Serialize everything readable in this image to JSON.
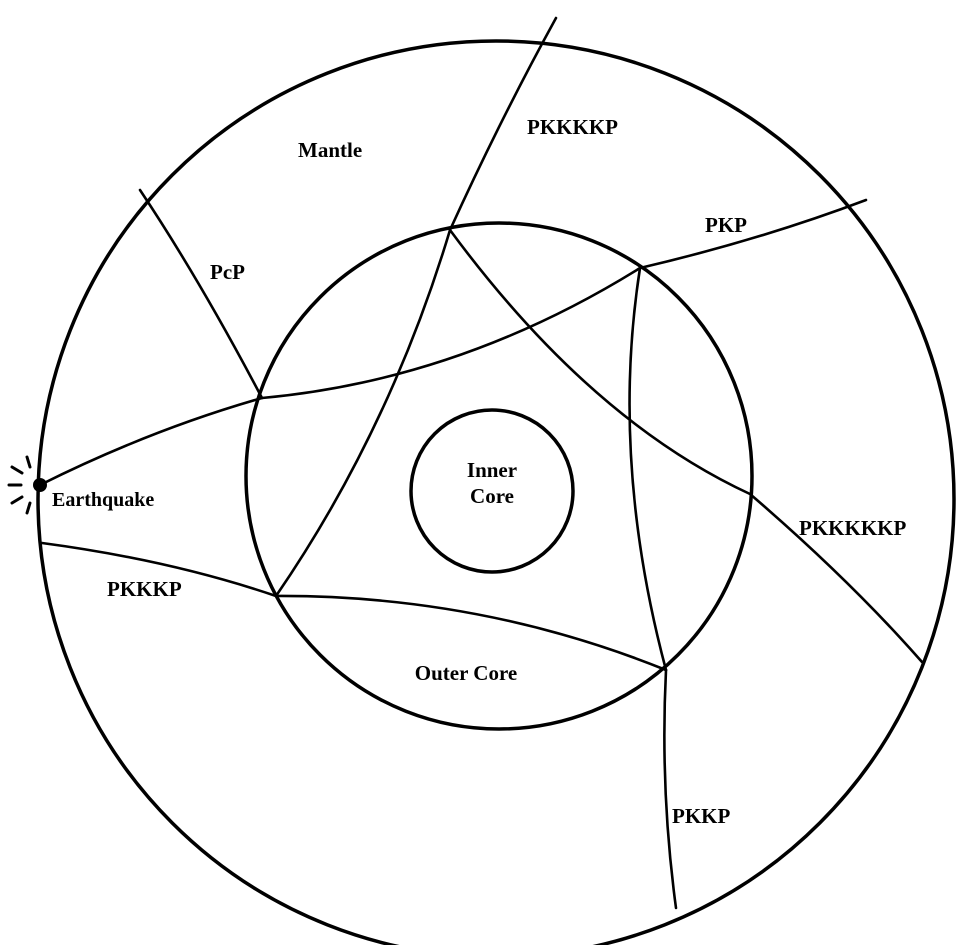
{
  "labels": {
    "mantle": "Mantle",
    "pcp": "PcP",
    "pkkkkp": "PKKKKP",
    "pkp": "PKP",
    "earthquake": "Earthquake",
    "inner_core_line1": "Inner",
    "inner_core_line2": "Core",
    "pkkkkkp": "PKKKKKP",
    "pkkkp": "PKKKP",
    "outer_core": "Outer Core",
    "pkkp": "PKKP"
  },
  "colors": {
    "stroke": "#000000",
    "background": "#ffffff"
  }
}
